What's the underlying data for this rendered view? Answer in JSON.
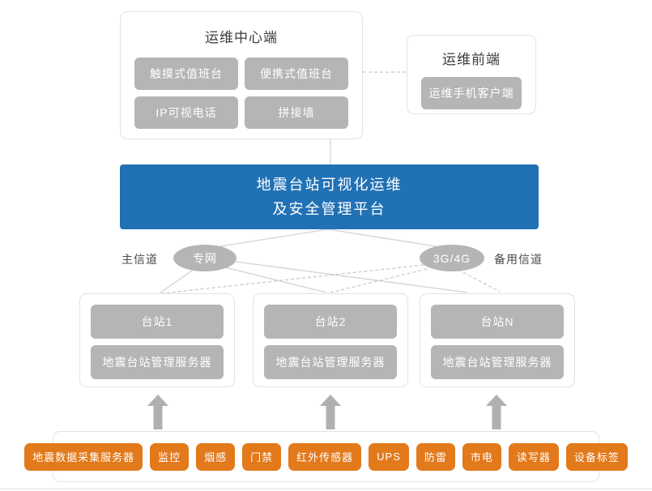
{
  "ops_center": {
    "title": "运维中心端",
    "buttons": [
      "触摸式值班台",
      "便携式值班台",
      "IP可视电话",
      "拼接墙"
    ]
  },
  "ops_front": {
    "title": "运维前端",
    "buttons": [
      "运维手机客户端"
    ]
  },
  "platform": {
    "line1": "地震台站可视化运维",
    "line2": "及安全管理平台"
  },
  "channels": {
    "primary": {
      "label": "主信道",
      "node": "专网"
    },
    "backup": {
      "node": "3G/4G",
      "label": "备用信道"
    }
  },
  "stations": [
    {
      "name": "台站1",
      "server": "地震台站管理服务器"
    },
    {
      "name": "台站2",
      "server": "地震台站管理服务器"
    },
    {
      "name": "台站N",
      "server": "地震台站管理服务器"
    }
  ],
  "devices": {
    "items": [
      "地震数据采集服务器",
      "监控",
      "烟感",
      "门禁",
      "红外传感器",
      "UPS",
      "防雷",
      "市电",
      "读写器",
      "设备标签"
    ]
  },
  "colors": {
    "platform_blue": "#2171b5",
    "node_gray": "#b5b5b5",
    "device_orange": "#e2791b",
    "line_gray": "#d3d3d3"
  }
}
